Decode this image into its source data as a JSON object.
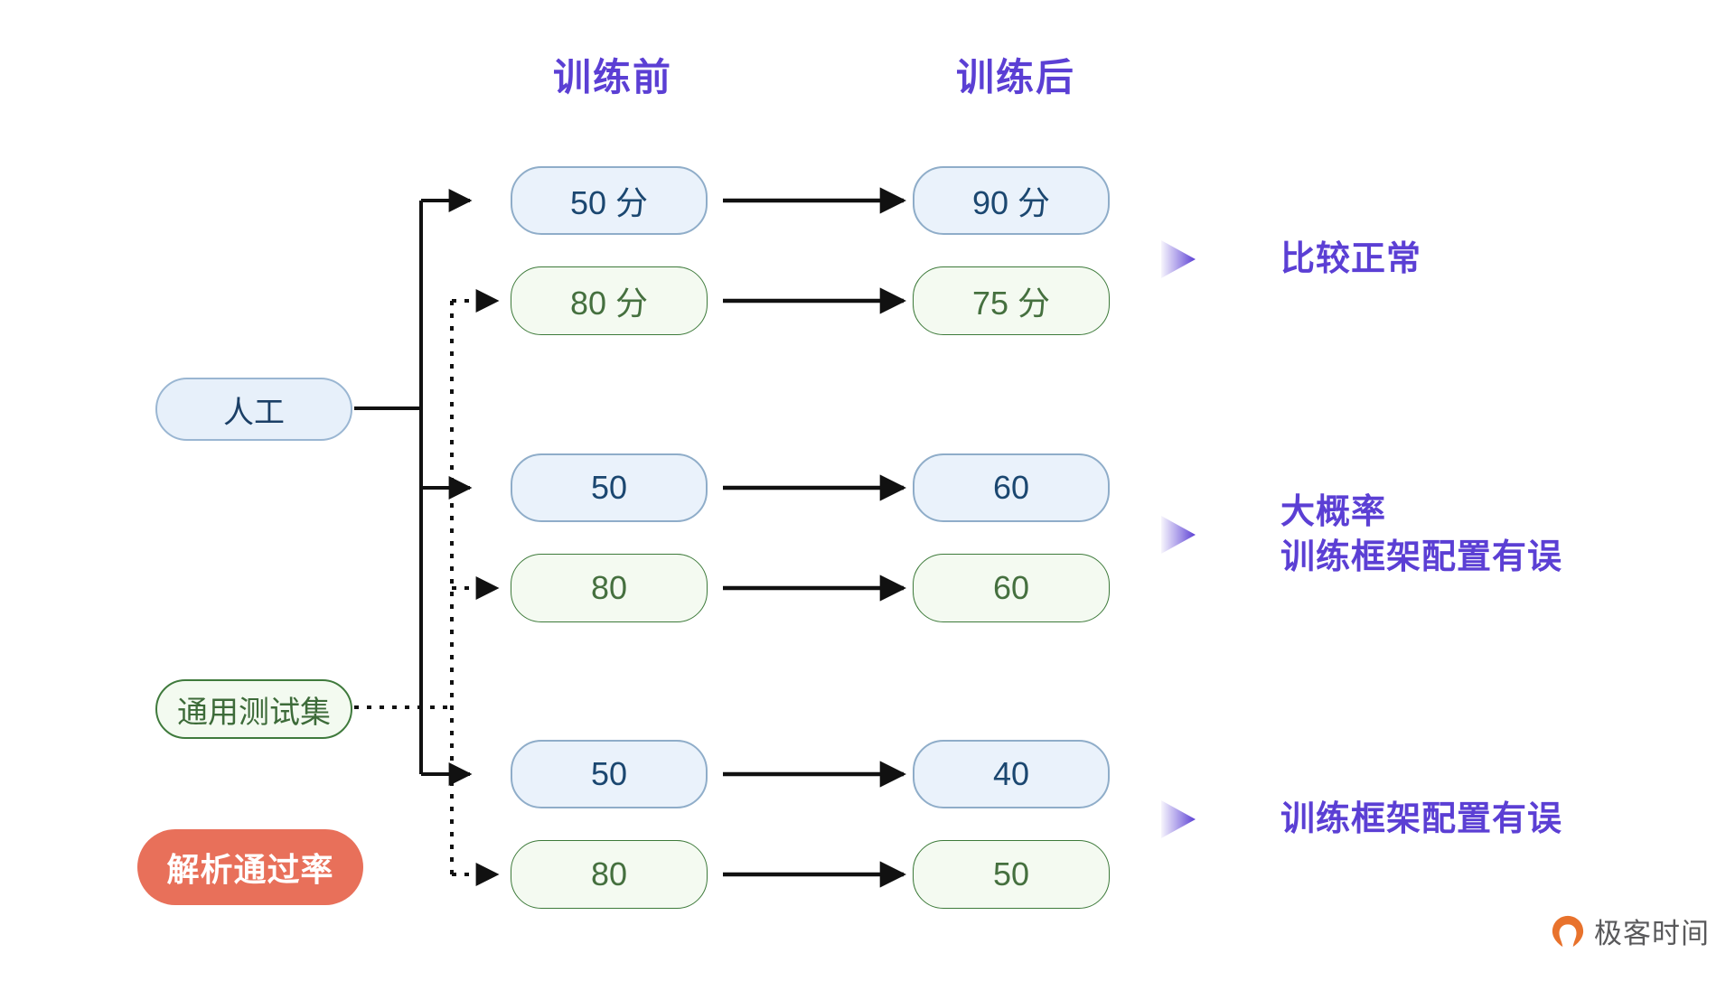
{
  "headers": {
    "before": "训练前",
    "after": "训练后"
  },
  "sources": [
    {
      "id": "manual",
      "label": "人工",
      "style": "blue"
    },
    {
      "id": "testset",
      "label": "通用测试集",
      "style": "green"
    },
    {
      "id": "passrate",
      "label": "解析通过率",
      "style": "coral"
    }
  ],
  "groups": [
    {
      "id": "group-1",
      "rows": [
        {
          "style": "blue",
          "before": "50 分",
          "after": "90 分"
        },
        {
          "style": "green",
          "before": "80 分",
          "after": "75 分"
        }
      ],
      "conclusion": "比较正常"
    },
    {
      "id": "group-2",
      "rows": [
        {
          "style": "blue",
          "before": "50",
          "after": "60"
        },
        {
          "style": "green",
          "before": "80",
          "after": "60"
        }
      ],
      "conclusion": "大概率\n训练框架配置有误"
    },
    {
      "id": "group-3",
      "rows": [
        {
          "style": "blue",
          "before": "50",
          "after": "40"
        },
        {
          "style": "green",
          "before": "80",
          "after": "50"
        }
      ],
      "conclusion": "训练框架配置有误"
    }
  ],
  "watermark": {
    "text": "极客时间",
    "icon": "geektime-logo-icon"
  },
  "colors": {
    "accent_purple": "#5b3fd4",
    "blue_fill": "#eaf2fb",
    "blue_border": "#8fadc9",
    "blue_text": "#1b4770",
    "green_fill": "#f4faf1",
    "green_border": "#3d7a3a",
    "green_text": "#45703f",
    "coral": "#e8705a",
    "wire": "#111111",
    "watermark_orange": "#e8722c"
  }
}
